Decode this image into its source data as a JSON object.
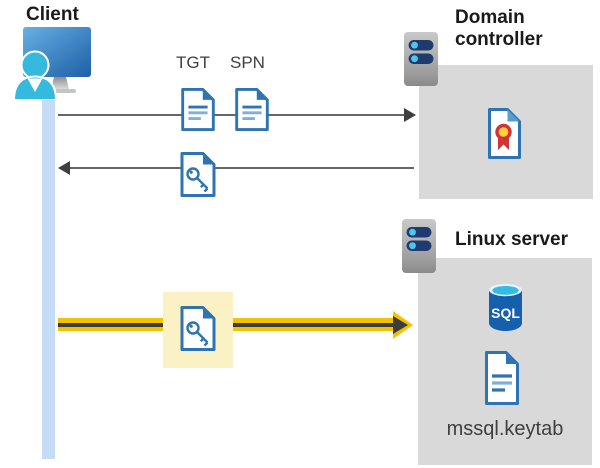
{
  "client": {
    "label": "Client"
  },
  "tickets": {
    "tgt_label": "TGT",
    "spn_label": "SPN"
  },
  "domain_controller": {
    "label": "Domain controller"
  },
  "linux_server": {
    "label": "Linux server",
    "sql_badge": "SQL",
    "keytab_label": "mssql.keytab"
  },
  "colors": {
    "doc_border_blue": "#2E74B5",
    "doc_line_light_blue": "#7FAFDF",
    "container_box_gray": "#D9D9D9",
    "lifeline_blue": "#C5DCF6",
    "arrow_line_gray": "#666666",
    "arrow_head_gray": "#3F3F3F",
    "arrow_gold": "#F3C200",
    "arrow_gold_core": "#3D3D3D",
    "highlight_yellow": "#FAF1C5",
    "server_body_gray": "#ACACAC",
    "server_pill_navy": "#1E3A6E",
    "server_dot_cyan": "#4EC6EC",
    "sql_body_blue": "#1460AC",
    "sql_top_cyan": "#35BCE4",
    "certificate_red": "#D13438",
    "certificate_gold": "#FFD23B",
    "person_cyan": "#36B9DE"
  },
  "icons": {
    "client": "client-workstation-icon",
    "domain_controller": "server-icon",
    "linux_server": "server-icon",
    "tgt": "document-icon",
    "spn": "document-icon",
    "service_ticket": "key-document-icon",
    "certificate": "certificate-icon",
    "sql": "sql-database-icon",
    "keytab": "document-icon"
  }
}
